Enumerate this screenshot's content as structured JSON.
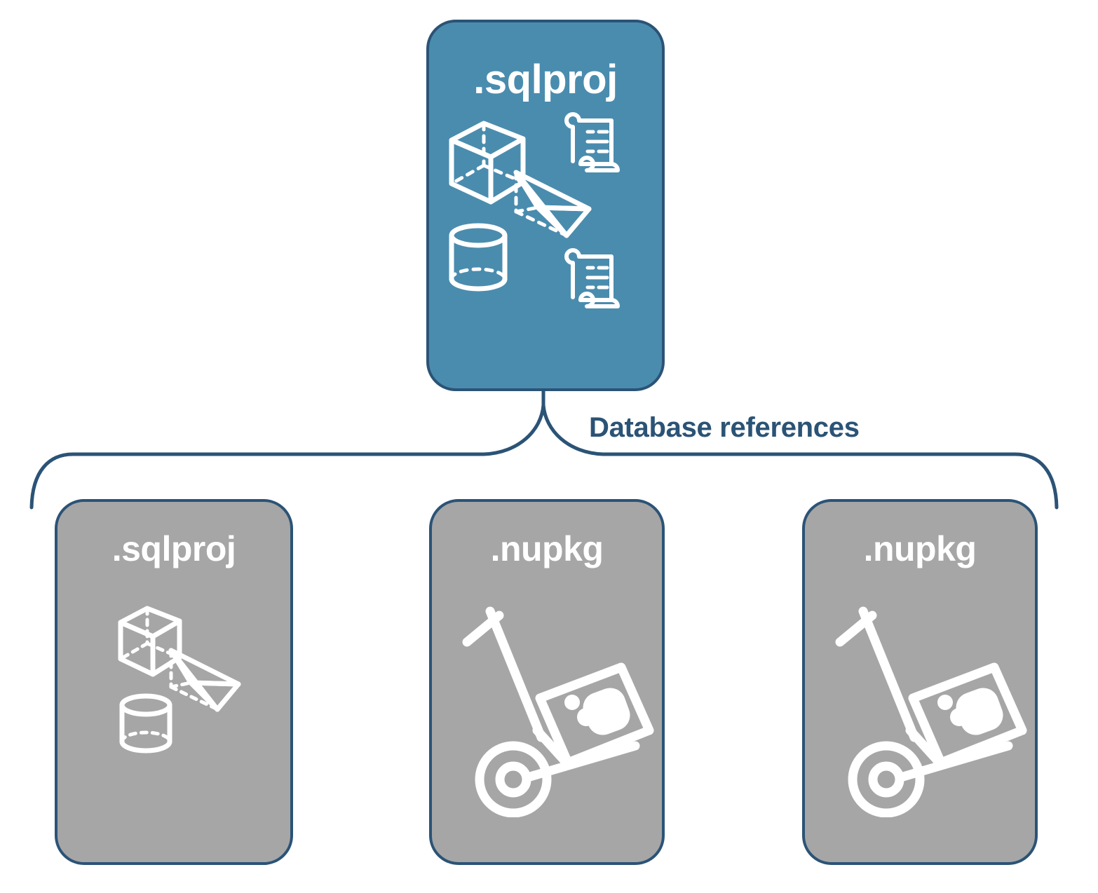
{
  "diagram": {
    "title_text": "Database references",
    "colors": {
      "primary_card_fill": "#4a8cae",
      "reference_card_fill": "#a6a6a6",
      "border": "#2b5376",
      "label_text": "#2b5376",
      "icon_stroke": "#ffffff",
      "background": "#ffffff"
    },
    "connector": {
      "label": "Database references",
      "type": "curly-brace",
      "orientation": "downward",
      "branch_count": 3
    },
    "primary_node": {
      "label": ".sqlproj",
      "role": "main-project",
      "icons": [
        "cube-wireframe-icon",
        "scroll-script-icon",
        "pyramid-wireframe-icon",
        "cylinder-wireframe-icon",
        "scroll-script-icon"
      ]
    },
    "reference_nodes": [
      {
        "label": ".sqlproj",
        "role": "project-reference",
        "icons": [
          "cube-wireframe-icon",
          "pyramid-wireframe-icon",
          "cylinder-wireframe-icon"
        ]
      },
      {
        "label": ".nupkg",
        "role": "package-reference",
        "icons": [
          "hand-truck-package-icon"
        ]
      },
      {
        "label": ".nupkg",
        "role": "package-reference",
        "icons": [
          "hand-truck-package-icon"
        ]
      }
    ]
  }
}
